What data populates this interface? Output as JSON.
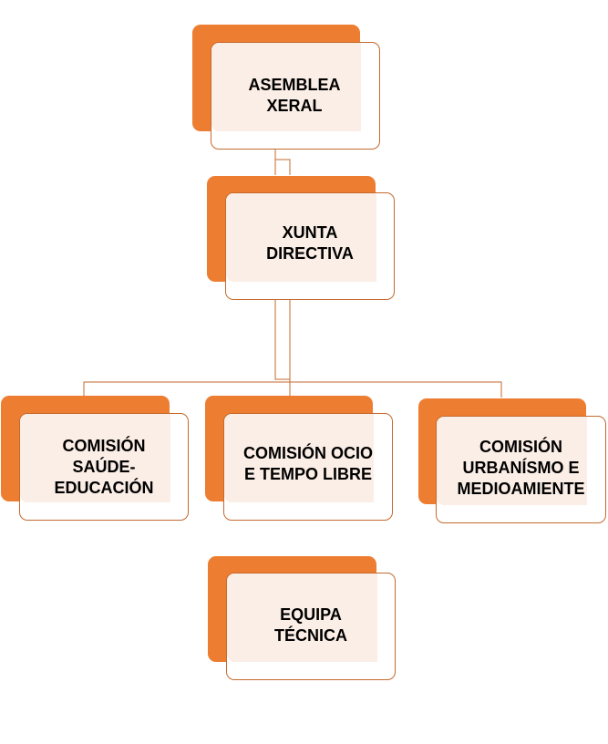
{
  "colors": {
    "accent": "#ED7D31",
    "box_fill": "#FBEEE6",
    "box_border": "#C56A2E",
    "connector": "#C56A2E"
  },
  "nodes": [
    {
      "id": "asemblea-xeral",
      "label": "ASEMBLEA\nXERAL"
    },
    {
      "id": "xunta-directiva",
      "label": "XUNTA\nDIRECTIVA"
    },
    {
      "id": "comision-saude",
      "label": "COMISIÓN\nSAÚDE-\nEDUCACIÓN"
    },
    {
      "id": "comision-ocio",
      "label": "COMISIÓN OCIO\nE TEMPO LIBRE"
    },
    {
      "id": "comision-urbanismo",
      "label": "COMISIÓN\nURBANÍSMO E\nMEDIOAMIENTE"
    },
    {
      "id": "equipa-tecnica",
      "label": "EQUIPA\nTÉCNICA"
    }
  ],
  "edges": [
    {
      "from": "asemblea-xeral",
      "to": "xunta-directiva"
    },
    {
      "from": "xunta-directiva",
      "to": "comision-saude"
    },
    {
      "from": "xunta-directiva",
      "to": "comision-ocio"
    },
    {
      "from": "xunta-directiva",
      "to": "comision-urbanismo"
    }
  ]
}
